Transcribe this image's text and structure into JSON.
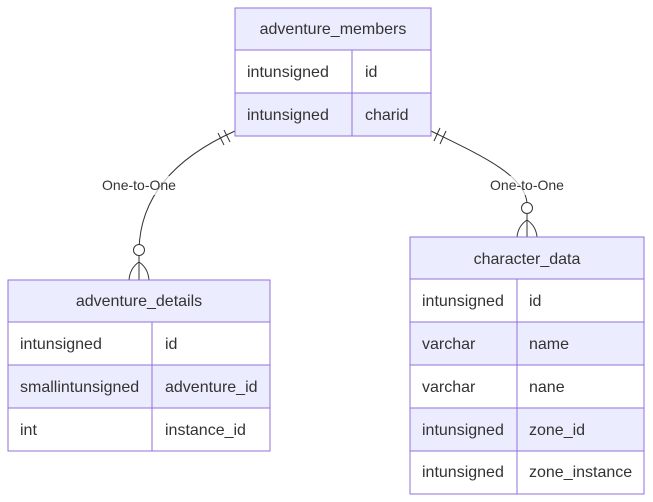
{
  "entities": [
    {
      "key": "adventure_members",
      "title": "adventure_members",
      "attributes": [
        {
          "type": "intunsigned",
          "name": "id"
        },
        {
          "type": "intunsigned",
          "name": "charid"
        }
      ]
    },
    {
      "key": "adventure_details",
      "title": "adventure_details",
      "attributes": [
        {
          "type": "intunsigned",
          "name": "id"
        },
        {
          "type": "smallintunsigned",
          "name": "adventure_id"
        },
        {
          "type": "int",
          "name": "instance_id"
        }
      ]
    },
    {
      "key": "character_data",
      "title": "character_data",
      "attributes": [
        {
          "type": "intunsigned",
          "name": "id"
        },
        {
          "type": "varchar",
          "name": "name"
        },
        {
          "type": "varchar",
          "name": "nane"
        },
        {
          "type": "intunsigned",
          "name": "zone_id"
        },
        {
          "type": "intunsigned",
          "name": "zone_instance"
        }
      ]
    }
  ],
  "relationships": [
    {
      "from": "adventure_members",
      "to": "adventure_details",
      "label": "One-to-One"
    },
    {
      "from": "adventure_members",
      "to": "character_data",
      "label": "One-to-One"
    }
  ],
  "colors": {
    "border": "#9370DB",
    "header_fill": "#ECECFF",
    "row_fill_odd": "#ffffff",
    "row_fill_even": "#ECECFF",
    "line": "#333333",
    "label_bg": "#E8E8E8"
  }
}
